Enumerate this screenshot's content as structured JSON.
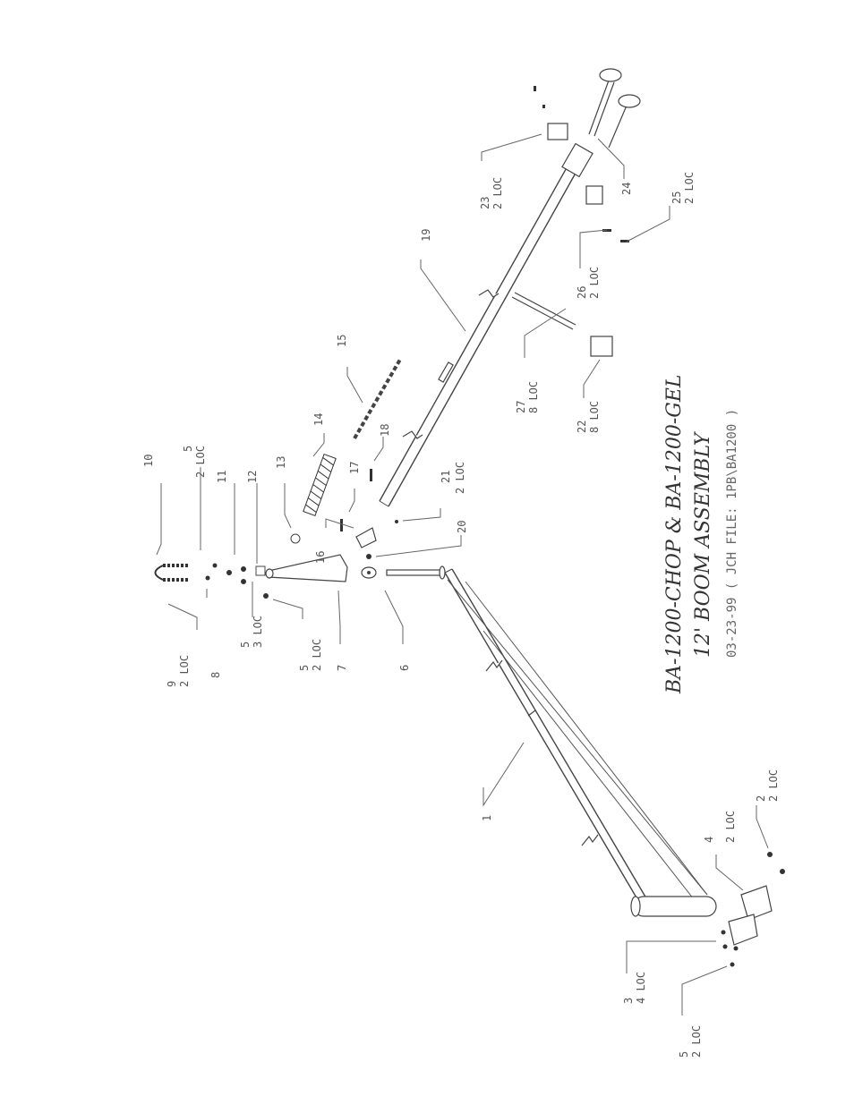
{
  "title": {
    "line1": "BA-1200-CHOP & BA-1200-GEL",
    "line2": "12' BOOM ASSEMBLY",
    "line3": "03-23-99  ( JCH FILE: 1PB\\BA1200 )"
  },
  "callouts": [
    {
      "id": "c1",
      "num": "1",
      "loc": ""
    },
    {
      "id": "c2",
      "num": "2",
      "loc": "2 LOC"
    },
    {
      "id": "c3",
      "num": "3",
      "loc": "4 LOC"
    },
    {
      "id": "c4",
      "num": "4",
      "loc": "2 LOC"
    },
    {
      "id": "c5a",
      "num": "5",
      "loc": "2 LOC"
    },
    {
      "id": "c5b",
      "num": "5",
      "loc": "2 LOC"
    },
    {
      "id": "c5c",
      "num": "5",
      "loc": "3 LOC"
    },
    {
      "id": "c5d",
      "num": "5",
      "loc": "2 LOC"
    },
    {
      "id": "c6",
      "num": "6",
      "loc": ""
    },
    {
      "id": "c7",
      "num": "7",
      "loc": ""
    },
    {
      "id": "c8",
      "num": "8",
      "loc": ""
    },
    {
      "id": "c9",
      "num": "9",
      "loc": "2 LOC"
    },
    {
      "id": "c10",
      "num": "10",
      "loc": ""
    },
    {
      "id": "c11",
      "num": "11",
      "loc": ""
    },
    {
      "id": "c12",
      "num": "12",
      "loc": ""
    },
    {
      "id": "c13",
      "num": "13",
      "loc": ""
    },
    {
      "id": "c14",
      "num": "14",
      "loc": ""
    },
    {
      "id": "c15",
      "num": "15",
      "loc": ""
    },
    {
      "id": "c16",
      "num": "16",
      "loc": ""
    },
    {
      "id": "c17",
      "num": "17",
      "loc": ""
    },
    {
      "id": "c18",
      "num": "18",
      "loc": ""
    },
    {
      "id": "c19",
      "num": "19",
      "loc": ""
    },
    {
      "id": "c20",
      "num": "20",
      "loc": ""
    },
    {
      "id": "c21",
      "num": "21",
      "loc": "2 LOC"
    },
    {
      "id": "c22",
      "num": "22",
      "loc": "8 LOC"
    },
    {
      "id": "c23",
      "num": "23",
      "loc": "2 LOC"
    },
    {
      "id": "c24",
      "num": "24",
      "loc": ""
    },
    {
      "id": "c25",
      "num": "25",
      "loc": "2 LOC"
    },
    {
      "id": "c26",
      "num": "26",
      "loc": "2 LOC"
    },
    {
      "id": "c27",
      "num": "27",
      "loc": "8 LOC"
    }
  ]
}
